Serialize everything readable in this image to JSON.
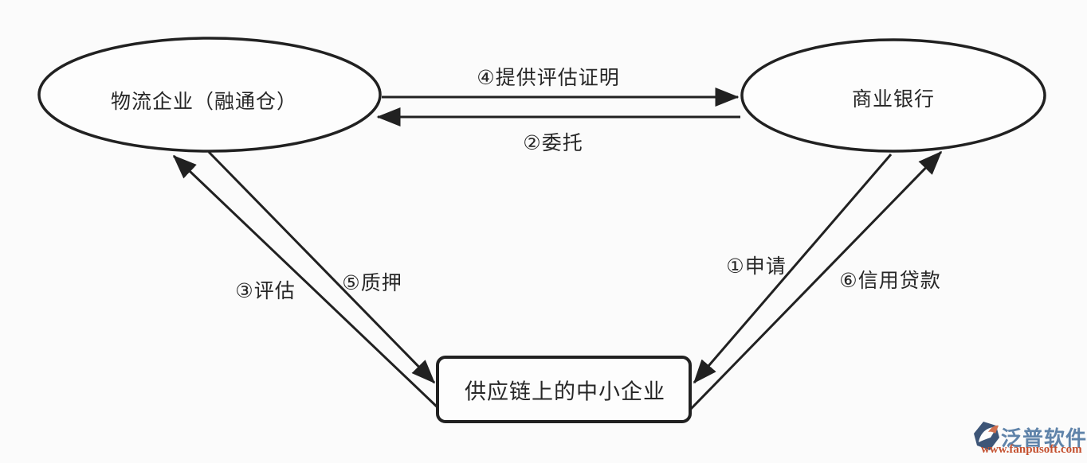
{
  "diagram": {
    "nodes": {
      "logistics": {
        "label": "物流企业（融通仓）",
        "shape": "ellipse"
      },
      "bank": {
        "label": "商业银行",
        "shape": "ellipse"
      },
      "sme": {
        "label": "供应链上的中小企业",
        "shape": "rectangle"
      }
    },
    "edges": [
      {
        "label": "①申请",
        "from": "bank",
        "to": "sme"
      },
      {
        "label": "②委托",
        "from": "bank",
        "to": "logistics"
      },
      {
        "label": "③评估",
        "from": "sme",
        "to": "logistics"
      },
      {
        "label": "④提供评估证明",
        "from": "logistics",
        "to": "bank"
      },
      {
        "label": "⑤质押",
        "from": "logistics",
        "to": "sme"
      },
      {
        "label": "⑥信用贷款",
        "from": "sme",
        "to": "bank"
      }
    ]
  },
  "watermark": {
    "name": "泛普软件",
    "url": "www.fanpusoft.com"
  },
  "colors": {
    "background": "#fbfbfb",
    "stroke": "#212121",
    "text": "#262626",
    "watermark_blue": "#5f83a9",
    "watermark_orange": "#c4502f",
    "logo_blue": "#3d5577",
    "logo_orange": "#d2714f"
  }
}
